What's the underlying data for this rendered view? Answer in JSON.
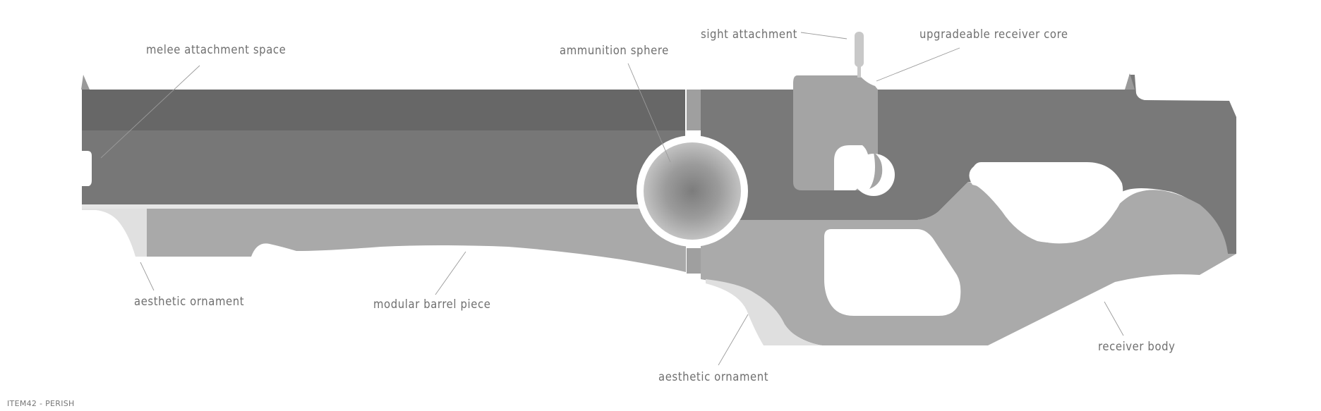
{
  "diagram": {
    "labels": {
      "melee_attachment": "melee attachment space",
      "ammunition_sphere": "ammunition sphere",
      "sight_attachment": "sight attachment",
      "receiver_core": "upgradeable receiver core",
      "ornament_left": "aesthetic ornament",
      "barrel_piece": "modular barrel piece",
      "ornament_bottom": "aesthetic ornament",
      "receiver_body": "receiver body"
    },
    "credit": "ITEM42 - PERISH",
    "colors": {
      "barrel_dark": "#676767",
      "barrel_mid": "#777777",
      "receiver": "#797979",
      "core": "#a4a4a4",
      "lower_body": "#aaaaaa",
      "ornament": "#e0e0e0",
      "sight": "#c8c8c8",
      "label_text": "#6f6f6f"
    }
  }
}
